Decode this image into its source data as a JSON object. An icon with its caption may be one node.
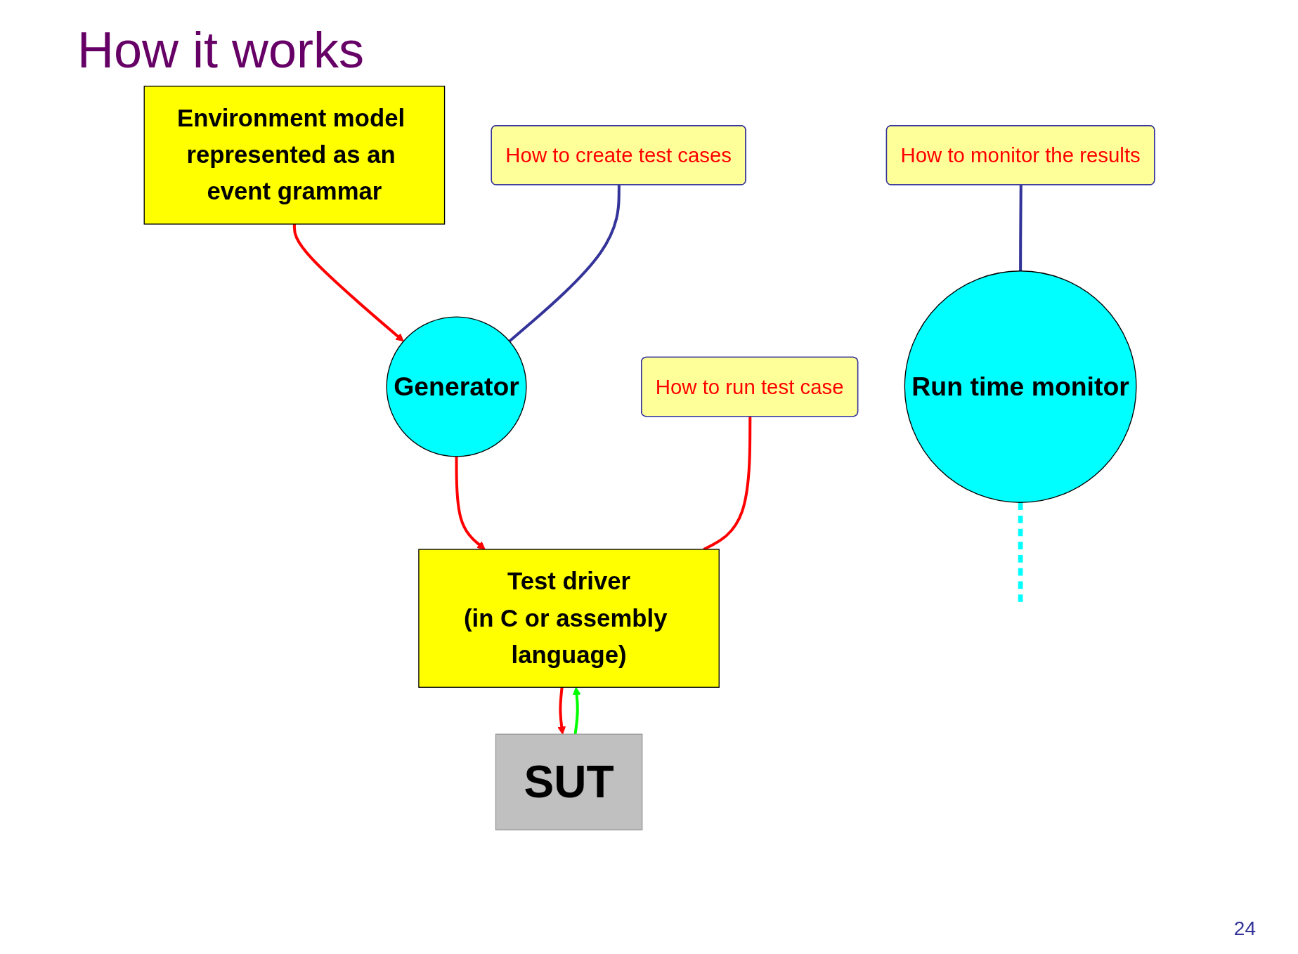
{
  "diagram": {
    "title": "How it works",
    "nodes": [
      {
        "text": [
          "Environment model represented as an event grammar"
        ]
      },
      {
        "text": [
          "Generator"
        ]
      },
      {
        "text": [
          "Run time monitor"
        ]
      },
      {
        "text": [
          "Test driver",
          "(in C or assembly language)"
        ]
      },
      {
        "text": [
          "SUT"
        ]
      },
      {
        "text": [
          "How to monitor the results"
        ]
      },
      {
        "text": [
          "How to create test cases"
        ]
      },
      {
        "text": [
          "How to run test case"
        ]
      }
    ],
    "edges": [
      {
        "from": 0,
        "to": 1,
        "arrow": "to",
        "color": "#ff0000"
      },
      {
        "from": 1,
        "to": 3,
        "arrow": "to",
        "color": "#ff0000"
      },
      {
        "from": 3,
        "to": 4,
        "arrow": "to",
        "color": "#ff0000"
      },
      {
        "from": 4,
        "to": 3,
        "arrow": "to",
        "color": "#00ff00"
      },
      {
        "from": 2,
        "to": null,
        "arrow": "none",
        "style": "dashed",
        "color": "#00ffff"
      },
      {
        "from": 5,
        "to": 2,
        "arrow": "none",
        "color": "#333399"
      },
      {
        "from": 6,
        "to": 1,
        "arrow": "none",
        "color": "#333399"
      },
      {
        "from": 7,
        "to": 3,
        "arrow": "none",
        "color": "#ff0000"
      }
    ],
    "labels": [
      "24"
    ]
  }
}
